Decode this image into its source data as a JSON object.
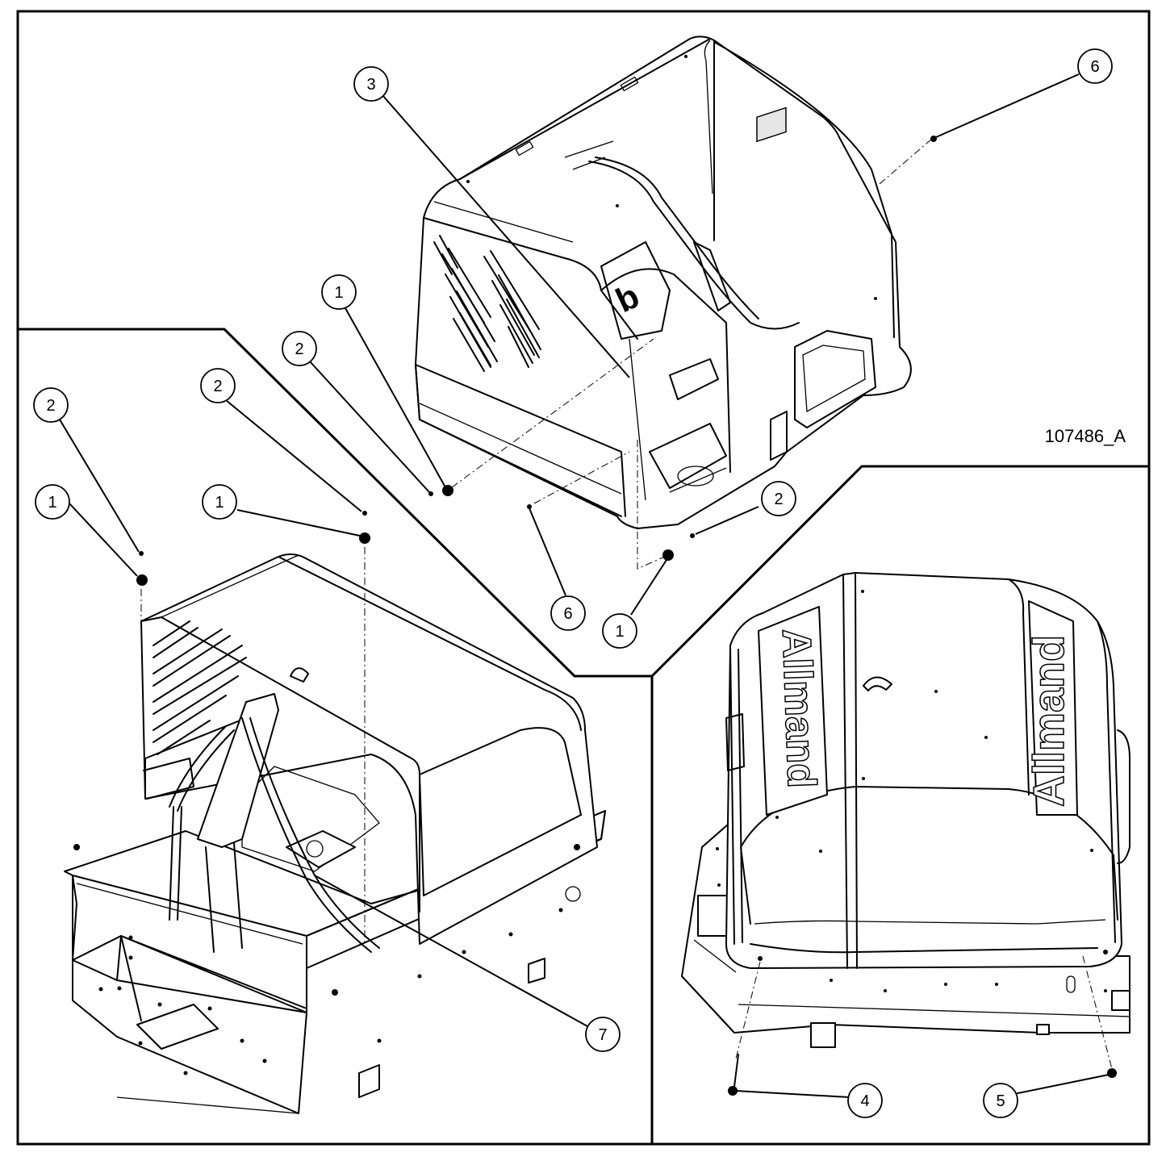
{
  "drawing_id": "107486_A",
  "callouts": [
    {
      "id": "c-top-3",
      "label": "3"
    },
    {
      "id": "c-top-6",
      "label": "6"
    },
    {
      "id": "c-top-1",
      "label": "1"
    },
    {
      "id": "c-top-2",
      "label": "2"
    },
    {
      "id": "c-top-2b",
      "label": "2"
    },
    {
      "id": "c-top-6b",
      "label": "6"
    },
    {
      "id": "c-top-1b",
      "label": "1"
    },
    {
      "id": "c-left-2a",
      "label": "2"
    },
    {
      "id": "c-left-1a",
      "label": "1"
    },
    {
      "id": "c-left-2b",
      "label": "2"
    },
    {
      "id": "c-left-1b",
      "label": "1"
    },
    {
      "id": "c-left-7",
      "label": "7"
    },
    {
      "id": "c-right-4",
      "label": "4"
    },
    {
      "id": "c-right-5",
      "label": "5"
    }
  ],
  "logo_text": "Allmand"
}
